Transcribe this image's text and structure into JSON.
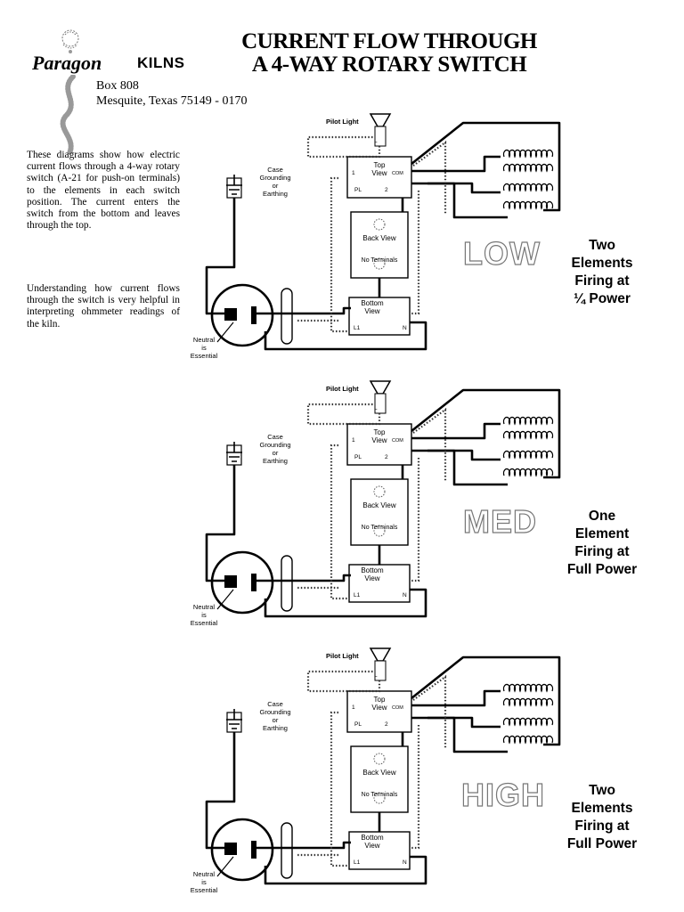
{
  "header": {
    "title_line1": "CURRENT FLOW THROUGH",
    "title_line2": "A 4-WAY ROTARY SWITCH",
    "brand": "Paragon",
    "brand_suffix": "KILNS",
    "address_line1": "Box 808",
    "address_line2": "Mesquite, Texas 75149 - 0170"
  },
  "intro": {
    "paragraph1": "These diagrams show how electric current flows through a 4-way rotary switch (A-21 for push-on terminals) to the elements in each switch position. The current enters the switch from the bottom and leaves through the top.",
    "paragraph2": "Understanding how current flows through the switch is very helpful in interpreting ohmmeter readings of the kiln."
  },
  "labels": {
    "pilot_light": "Pilot Light",
    "case_grounding": [
      "Case",
      "Grounding",
      "or",
      "Earthing"
    ],
    "neutral": [
      "Neutral",
      "is",
      "Essential"
    ],
    "top_view": [
      "Top",
      "View"
    ],
    "back_view": "Back View",
    "no_terminals": "No Terminals",
    "bottom_view": [
      "Bottom",
      "View"
    ],
    "terminal_l": "L",
    "terminal_1": "1",
    "terminal_com": "COM",
    "terminal_pl": "PL",
    "terminal_2": "2",
    "terminal_l1": "L1",
    "terminal_n": "N"
  },
  "diagrams": [
    {
      "setting": "LOW",
      "caption": [
        "Two",
        "Elements",
        "Firing at",
        "¼ Power"
      ]
    },
    {
      "setting": "MED",
      "caption": [
        "One",
        "Element",
        "Firing at",
        "Full Power"
      ]
    },
    {
      "setting": "HIGH",
      "caption": [
        "Two",
        "Elements",
        "Firing at",
        "Full Power"
      ]
    }
  ]
}
